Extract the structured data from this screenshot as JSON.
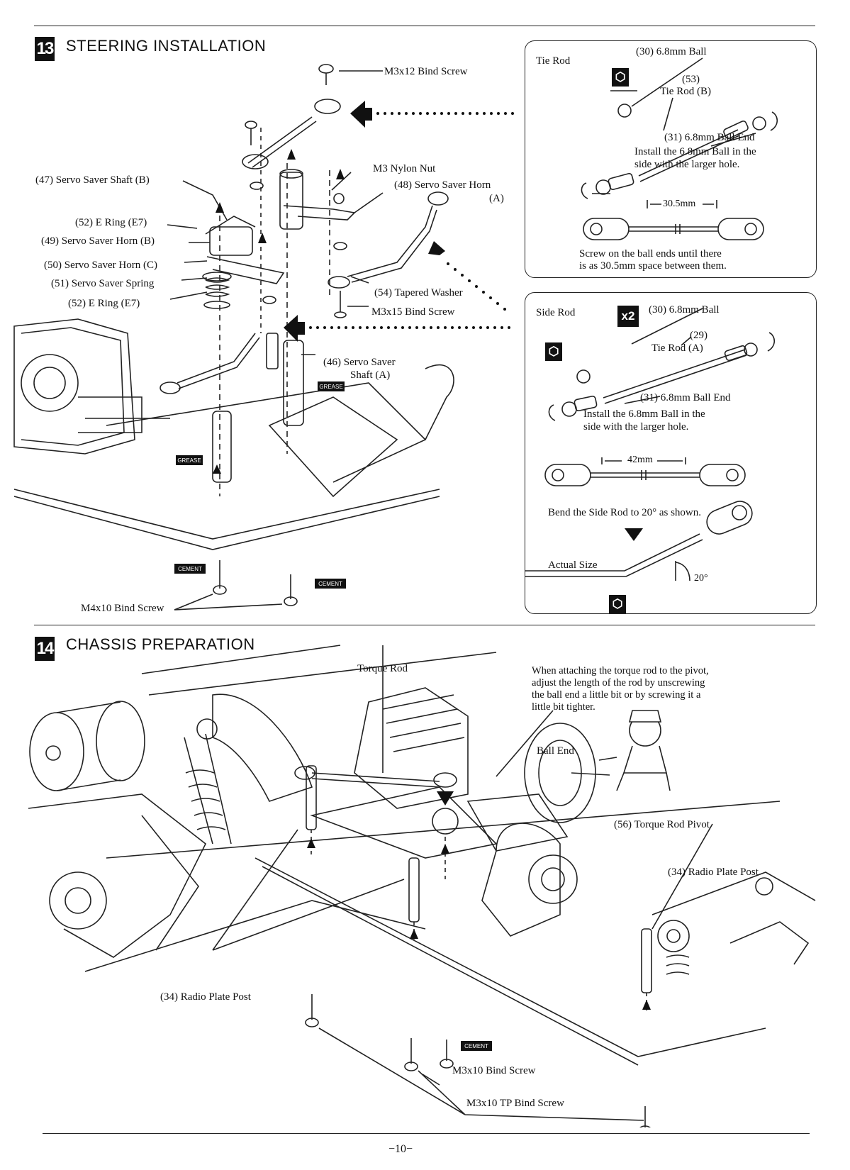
{
  "section13": {
    "number": "13",
    "title": "STEERING INSTALLATION",
    "labels": {
      "m3x12": "M3x12 Bind Screw",
      "servo_shaft_b": "(47) Servo Saver Shaft (B)",
      "e_ring_top": "(52) E Ring (E7)",
      "horn_b": "(49) Servo Saver Horn (B)",
      "horn_c": "(50) Servo Saver Horn (C)",
      "spring": "(51) Servo Saver Spring",
      "e_ring_bottom": "(52) E Ring (E7)",
      "nylon_nut": "M3 Nylon Nut",
      "horn_a_line1": "(48) Servo Saver Horn",
      "horn_a_line2": "(A)",
      "washer": "(54) Tapered Washer",
      "m3x15": "M3x15 Bind Screw",
      "shaft_a_line1": "(46) Servo Saver",
      "shaft_a_line2": "Shaft (A)",
      "grease1": "GREASE",
      "grease2": "GREASE",
      "cement1": "CEMENT",
      "cement2": "CEMENT",
      "m4x10": "M4x10 Bind Screw"
    },
    "tie_rod_panel": {
      "title": "Tie Rod",
      "ball": "(30) 6.8mm Ball",
      "tie_rod_num": "(53)",
      "tie_rod_name": "Tie Rod (B)",
      "ball_end": "(31) 6.8mm Ball End",
      "install_line1": "Install the 6.8mm Ball in the",
      "install_line2": "side with the larger hole.",
      "dimension": "30.5mm",
      "screw_line1": "Screw on the ball ends until there",
      "screw_line2": "is as 30.5mm space between them."
    },
    "side_rod_panel": {
      "title": "Side Rod",
      "qty": "x2",
      "ball": "(30) 6.8mm Ball",
      "tie_rod_num": "(29)",
      "tie_rod_name": "Tie Rod (A)",
      "ball_end": "(31) 6.8mm Ball End",
      "install_line1": "Install the 6.8mm Ball in the",
      "install_line2": "side with the larger hole.",
      "dimension": "42mm",
      "bend": "Bend the Side Rod to 20° as shown.",
      "actual": "Actual Size",
      "angle": "20°"
    }
  },
  "section14": {
    "number": "14",
    "title": "CHASSIS PREPARATION",
    "labels": {
      "torque_rod": "Torque Rod",
      "ball_end": "Ball End",
      "pivot": "(56) Torque Rod Pivot",
      "post_right": "(34) Radio Plate Post",
      "post_left": "(34) Radio Plate Post",
      "m3x10": "M3x10 Bind Screw",
      "m3x10tp": "M3x10 TP Bind Screw",
      "cement": "CEMENT"
    },
    "note_line1": "When attaching the torque rod to the pivot,",
    "note_line2": "adjust the length of the rod by unscrewing",
    "note_line3": "the ball end a little bit or by screwing it a",
    "note_line4": "little bit tighter."
  },
  "page_number": "−10−"
}
